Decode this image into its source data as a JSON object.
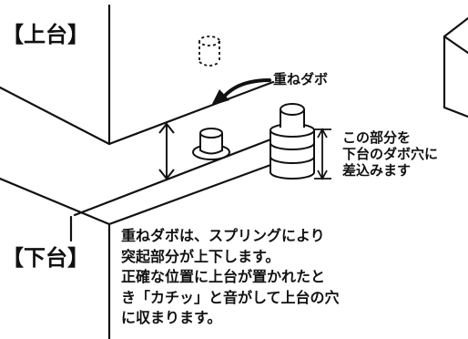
{
  "labels": {
    "upper_stand": "【上台】",
    "lower_stand": "【下台】",
    "dowel_callout": "重ねダボ"
  },
  "side_note": [
    "この部分を",
    "下台のダボ穴に",
    "差込みます"
  ],
  "description": [
    "重ねダボは、スプリングにより",
    "突起部分が上下します。",
    "正確な位置に上台が置かれたと",
    "き「カチッ」と音がして上台の穴",
    "に収まります。"
  ],
  "colors": {
    "ink": "#111111",
    "background": "#ffffff"
  }
}
